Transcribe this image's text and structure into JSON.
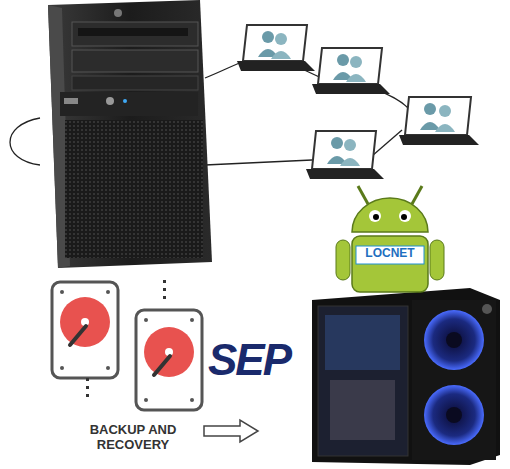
{
  "diagram": {
    "labels": [
      "LOCNET",
      "SEP",
      "BACKUP AND RECOVERY"
    ]
  }
}
